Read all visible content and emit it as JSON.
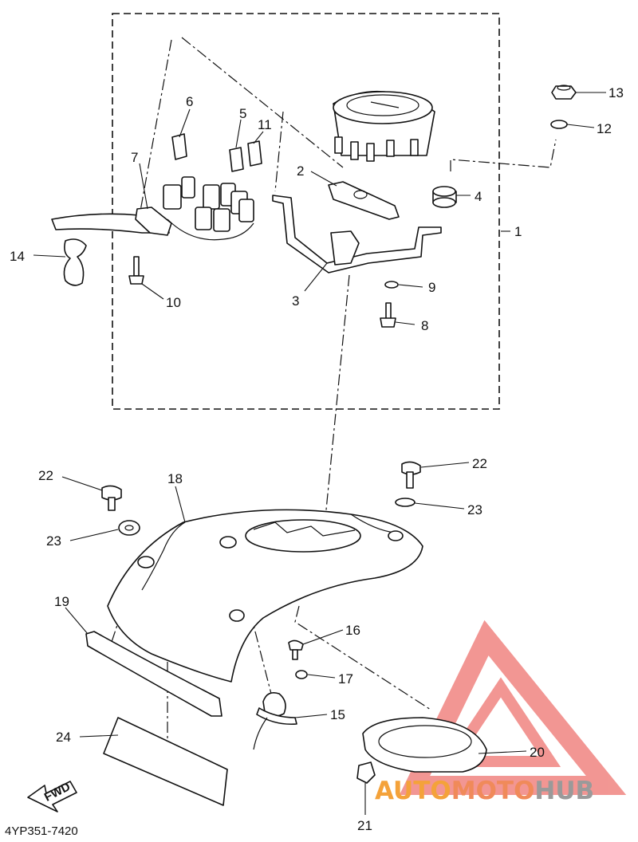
{
  "diagram_code": "4YP351-7420",
  "fwd_label": "FWD",
  "watermark": {
    "part1": "AUTO",
    "part2": "MOTO",
    "part3": "HUB",
    "colors": {
      "orange": "#f4a23a",
      "red": "#e8413b",
      "gray": "#9a9a9a",
      "logo": "#f08a8a"
    }
  },
  "callouts": [
    "1",
    "2",
    "3",
    "4",
    "5",
    "6",
    "7",
    "8",
    "9",
    "10",
    "11",
    "12",
    "13",
    "14",
    "15",
    "16",
    "17",
    "18",
    "19",
    "20",
    "21",
    "22",
    "23",
    "24"
  ]
}
